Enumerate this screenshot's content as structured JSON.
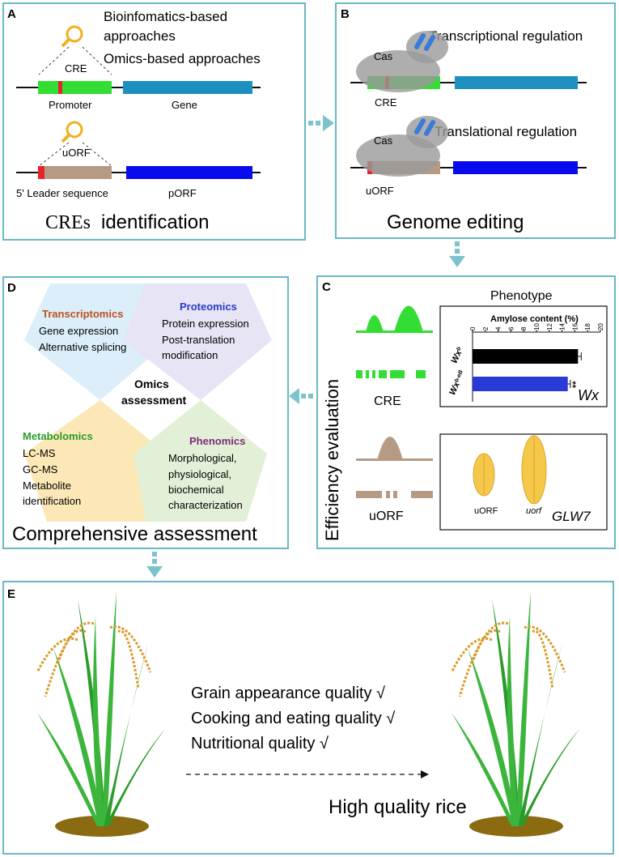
{
  "colors": {
    "frame": "#6ab8c4",
    "arrow": "#7cc3cc",
    "promoter": "#33dd33",
    "cre": "#e8222a",
    "gene": "#1e90c0",
    "leader": "#b59a84",
    "porf": "#0a0aee",
    "cas": "#9a9a9a",
    "bar_black": "#000000",
    "bar_blue": "#2a3ad8",
    "grain": "#f5c84a",
    "pent_blue": "#dbeefa",
    "pent_violet": "#e7e4f5",
    "pent_yellow": "#fbe8b6",
    "pent_green": "#e3f0d8",
    "soil": "#8a6b12",
    "rice_leaf": "#2a9c2a",
    "panicle": "#d99a28"
  },
  "panelA": {
    "letter": "A",
    "approach1": "Bioinfomatics-based",
    "approach1b": "approaches",
    "approach2": "Omics-based approaches",
    "cre_label": "CRE",
    "promoter_label": "Promoter",
    "gene_label": "Gene",
    "uorf_label": "uORF",
    "leader_label": "5' Leader sequence",
    "porf_label": "pORF",
    "title_serif": "CREs",
    "title_sans": "identification",
    "magnifier": "magnifier-icon"
  },
  "panelB": {
    "letter": "B",
    "transcriptional": "Transcriptional regulation",
    "translational": "Translational regulation",
    "cas1": "Cas",
    "cas2": "Cas",
    "cre_label": "CRE",
    "uorf_label": "uORF",
    "title": "Genome editing",
    "scissors": "scissors-icon"
  },
  "panelC": {
    "letter": "C",
    "phenotype": "Phenotype",
    "vertical_title": "Efficiency evaluation",
    "cre_label": "CRE",
    "uorf_label": "uORF",
    "gene_wx": "Wx",
    "gene_glw7": "GLW7",
    "grain1": "uORF",
    "grain2": "uorf"
  },
  "panelD": {
    "letter": "D",
    "transcriptomics": "Transcriptomics",
    "t1": "Gene expression",
    "t2": "Alternative splicing",
    "proteomics": "Proteomics",
    "p1": "Protein expression",
    "p2": "Post-translation",
    "p3": "modification",
    "omics1": "Omics",
    "omics2": "assessment",
    "metabolomics": "Metabolomics",
    "m1": "LC-MS",
    "m2": "GC-MS",
    "m3": "Metabolite",
    "m4": "identification",
    "phenomics": "Phenomics",
    "ph1": "Morphological,",
    "ph2": "physiological,",
    "ph3": "biochemical",
    "ph4": "characterization",
    "title": "Comprehensive assessment"
  },
  "panelE": {
    "letter": "E",
    "q1": "Grain appearance quality √",
    "q2": "Cooking and eating quality √",
    "q3": "Nutritional quality  √",
    "result": "High quality rice",
    "rice_plant": "rice-plant-icon"
  },
  "chart_data": {
    "type": "bar",
    "orientation": "horizontal",
    "title": "Amylose content (%)",
    "categories": [
      "Wx^b",
      "Wx^b-eB"
    ],
    "category_main": [
      "Wx",
      "Wx"
    ],
    "category_sup": [
      "b",
      "b-eB"
    ],
    "values": [
      16.5,
      14.9
    ],
    "errors": [
      0.5,
      0.4
    ],
    "xlim": [
      0,
      20
    ],
    "ticks": [
      0,
      2,
      4,
      6,
      8,
      10,
      12,
      14,
      16,
      18,
      20
    ],
    "significance": [
      "",
      "**"
    ]
  }
}
